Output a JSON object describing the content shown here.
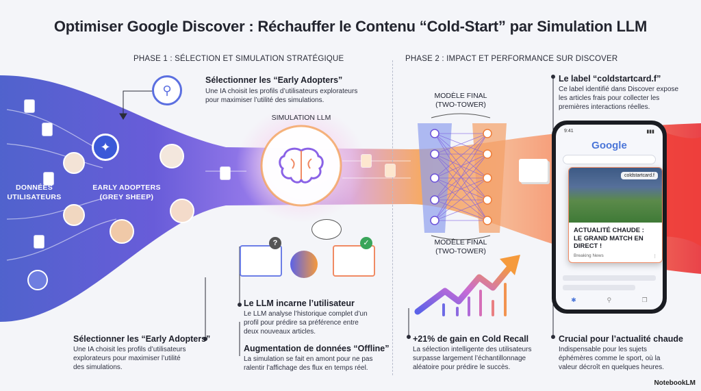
{
  "title": "Optimiser Google Discover : Réchauffer le Contenu “Cold-Start” par Simulation LLM",
  "phase1": "PHASE 1 : SÉLECTION ET SIMULATION STRATÉGIQUE",
  "phase2": "PHASE 2 : IMPACT ET PERFORMANCE SUR DISCOVER",
  "flow": {
    "donnees": "DONNÉES\nUTILISATEURS",
    "early": "EARLY ADOPTERS\n(GREY SHEEP)",
    "sim": "SIMULATION LLM",
    "model_top": "MODÈLE FINAL\n(TWO-TOWER)",
    "model_bottom": "MODÈLE FINAL\n(TWO-TOWER)"
  },
  "blocks": {
    "early_top_h": "Sélectionner les “Early Adopters”",
    "early_top_p": "Une IA choisit les profils d’utilisateurs explorateurs\npour maximiser l’utilité des simulations.",
    "early_bottom_h": "Sélectionner les “Early Adopters”",
    "early_bottom_p": "Une IA choisit les profils d’utilisateurs\nexplorateurs pour maximiser l’utilité\ndes simulations.",
    "llm_h": "Le LLM incarne l’utilisateur",
    "llm_p": "Le LLM analyse l’historique complet d’un\nprofil pour prédire sa préférence entre\ndeux nouveaux articles.",
    "aug_h": "Augmentation de données “Offline”",
    "aug_p": "La simulation se fait en amont pour ne pas\nralentir l’affichage des flux en temps réel.",
    "gain_h": "+21% de gain en Cold Recall",
    "gain_p": "La sélection intelligente des utilisateurs\nsurpasse largement l’échantillonnage\naléatoire pour prédire le succès.",
    "label_h": "Le label “coldstartcard.f”",
    "label_p": "Ce label identifié dans Discover expose\nles articles frais pour collecter les\npremières interactions réelles.",
    "crucial_h": "Crucial pour l’actualité chaude",
    "crucial_p": "Indispensable pour les sujets\néphémères comme le sport, où la\nvaleur décroît en quelques heures."
  },
  "phone": {
    "time": "9:41",
    "logo": "Google",
    "badge": "coldstartcard.f",
    "headline": "ACTUALITÉ CHAUDE :\nLE GRAND MATCH EN\nDIRECT !",
    "source": "Breaking News"
  },
  "brand": "NotebookLM",
  "colors": {
    "purple": "#6d4fd8",
    "blue": "#4a6fe0",
    "orange": "#f59a3c",
    "red": "#ef4b3f"
  }
}
